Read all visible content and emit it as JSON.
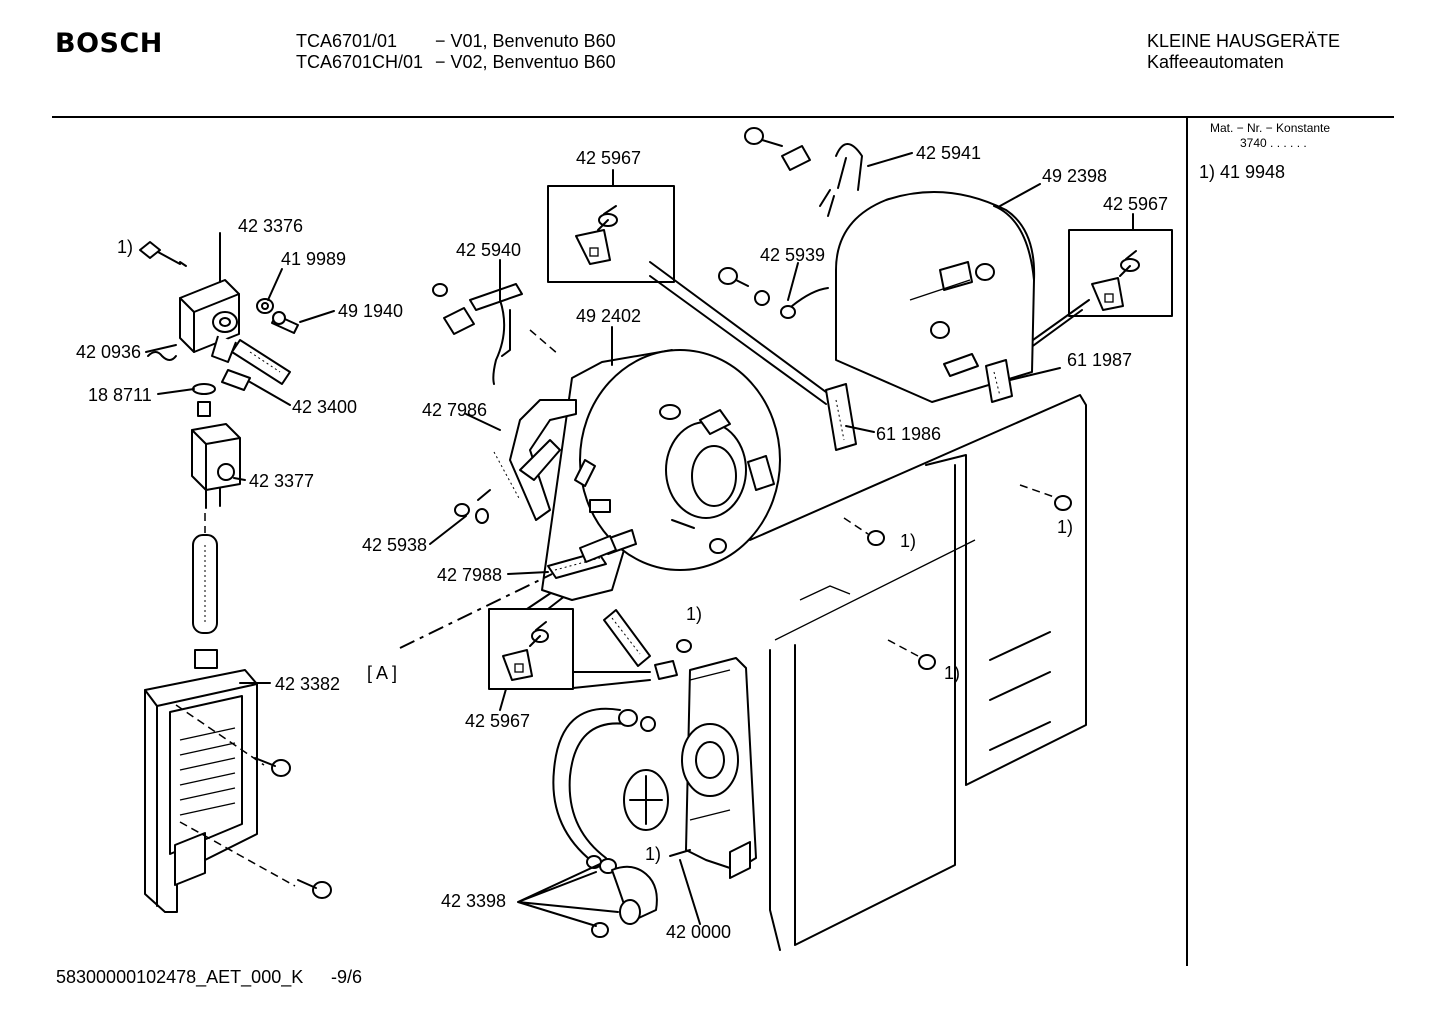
{
  "header": {
    "brand": "BOSCH",
    "model_1": "TCA6701/01",
    "variant_1": "− V01, Benvenuto B60",
    "model_2": "TCA6701CH/01",
    "variant_2": "− V02, Benventuo B60",
    "category": "KLEINE HAUSGERÄTE",
    "subcategory": "Kaffeeautomaten"
  },
  "side_panel": {
    "heading": "Mat. − Nr. − Konstante",
    "constant": "3740 . . . . . .",
    "entry": "1)  41 9948"
  },
  "parts": {
    "p_425967_top": "42 5967",
    "p_425941": "42 5941",
    "p_492398": "49 2398",
    "p_425967_right": "42 5967",
    "p_423376": "42 3376",
    "p_419989": "41 9989",
    "p_491940": "49 1940",
    "p_420936": "42 0936",
    "p_188711": "18 8711",
    "p_423400": "42 3400",
    "p_423377": "42 3377",
    "p_425940": "42 5940",
    "p_425939": "42 5939",
    "p_492402": "49 2402",
    "p_427986": "42 7986",
    "p_611987": "61 1987",
    "p_611986": "61 1986",
    "p_425938": "42 5938",
    "p_427988": "42 7988",
    "p_423382": "42 3382",
    "p_425967_bottom": "42 5967",
    "p_423398": "42 3398",
    "p_420000": "42 0000",
    "ref_A": "[ A ]",
    "note_1": "1)"
  },
  "footer": {
    "doc_id": "58300000102478_AET_000_K",
    "page": "-9/6"
  }
}
